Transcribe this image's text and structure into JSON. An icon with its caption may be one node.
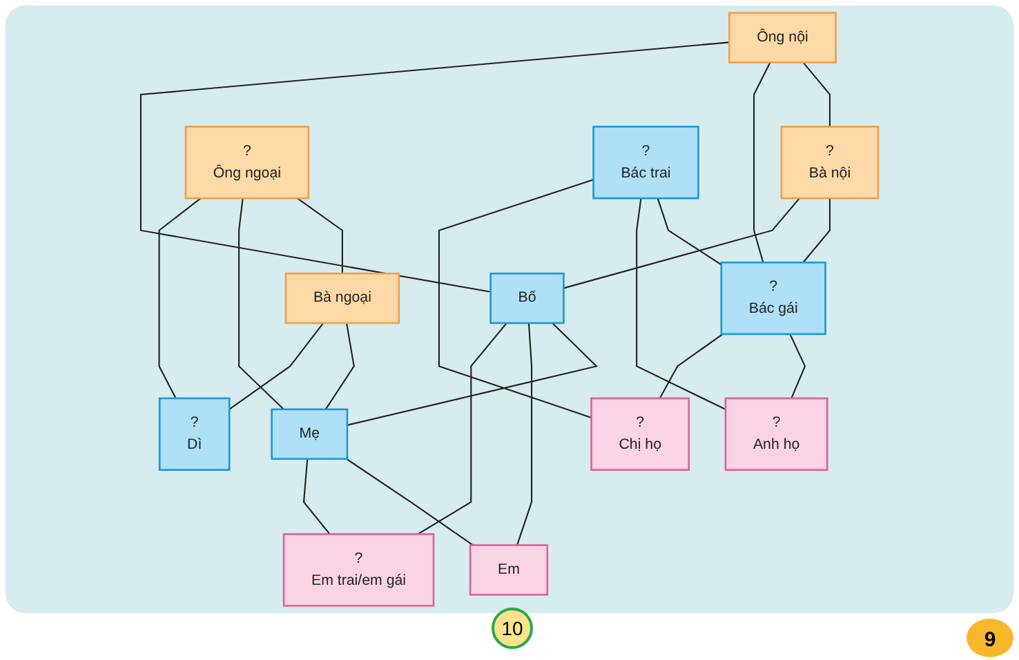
{
  "diagram": {
    "nodes": [
      {
        "text": [
          "Ông nội"
        ]
      },
      {
        "text": [
          "?",
          "Bà nội"
        ]
      },
      {
        "text": [
          "?",
          "Ông ngoại"
        ]
      },
      {
        "text": [
          "Bà ngoại"
        ]
      },
      {
        "text": [
          "?",
          "Bác trai"
        ]
      },
      {
        "text": [
          "?",
          "Bác gái"
        ]
      },
      {
        "text": [
          "Bố"
        ]
      },
      {
        "text": [
          "Mẹ"
        ]
      },
      {
        "text": [
          "?",
          "Dì"
        ]
      },
      {
        "text": [
          "?",
          "Anh họ"
        ]
      },
      {
        "text": [
          "?",
          "Chị họ"
        ]
      },
      {
        "text": [
          "Em"
        ]
      },
      {
        "text": [
          "?",
          "Em trai/em gái"
        ]
      }
    ],
    "edges": [
      {
        "from": 0,
        "to": 1,
        "arrow": "none"
      },
      {
        "from": 2,
        "to": 3,
        "arrow": "none"
      },
      {
        "from": 0,
        "to": 5,
        "arrow": "none"
      },
      {
        "from": 0,
        "to": 6,
        "arrow": "none"
      },
      {
        "from": 1,
        "to": 5,
        "arrow": "none"
      },
      {
        "from": 1,
        "to": 6,
        "arrow": "none"
      },
      {
        "from": 2,
        "to": 7,
        "arrow": "none"
      },
      {
        "from": 2,
        "to": 8,
        "arrow": "none"
      },
      {
        "from": 3,
        "to": 7,
        "arrow": "none"
      },
      {
        "from": 3,
        "to": 8,
        "arrow": "none"
      },
      {
        "from": 4,
        "to": 5,
        "arrow": "none"
      },
      {
        "from": 6,
        "to": 7,
        "arrow": "none"
      },
      {
        "from": 4,
        "to": 9,
        "arrow": "none"
      },
      {
        "from": 4,
        "to": 10,
        "arrow": "none"
      },
      {
        "from": 5,
        "to": 9,
        "arrow": "none"
      },
      {
        "from": 5,
        "to": 10,
        "arrow": "none"
      },
      {
        "from": 6,
        "to": 11,
        "arrow": "none"
      },
      {
        "from": 6,
        "to": 12,
        "arrow": "none"
      },
      {
        "from": 7,
        "to": 11,
        "arrow": "none"
      },
      {
        "from": 7,
        "to": 12,
        "arrow": "none"
      }
    ],
    "labels": [
      "10",
      "9"
    ]
  }
}
